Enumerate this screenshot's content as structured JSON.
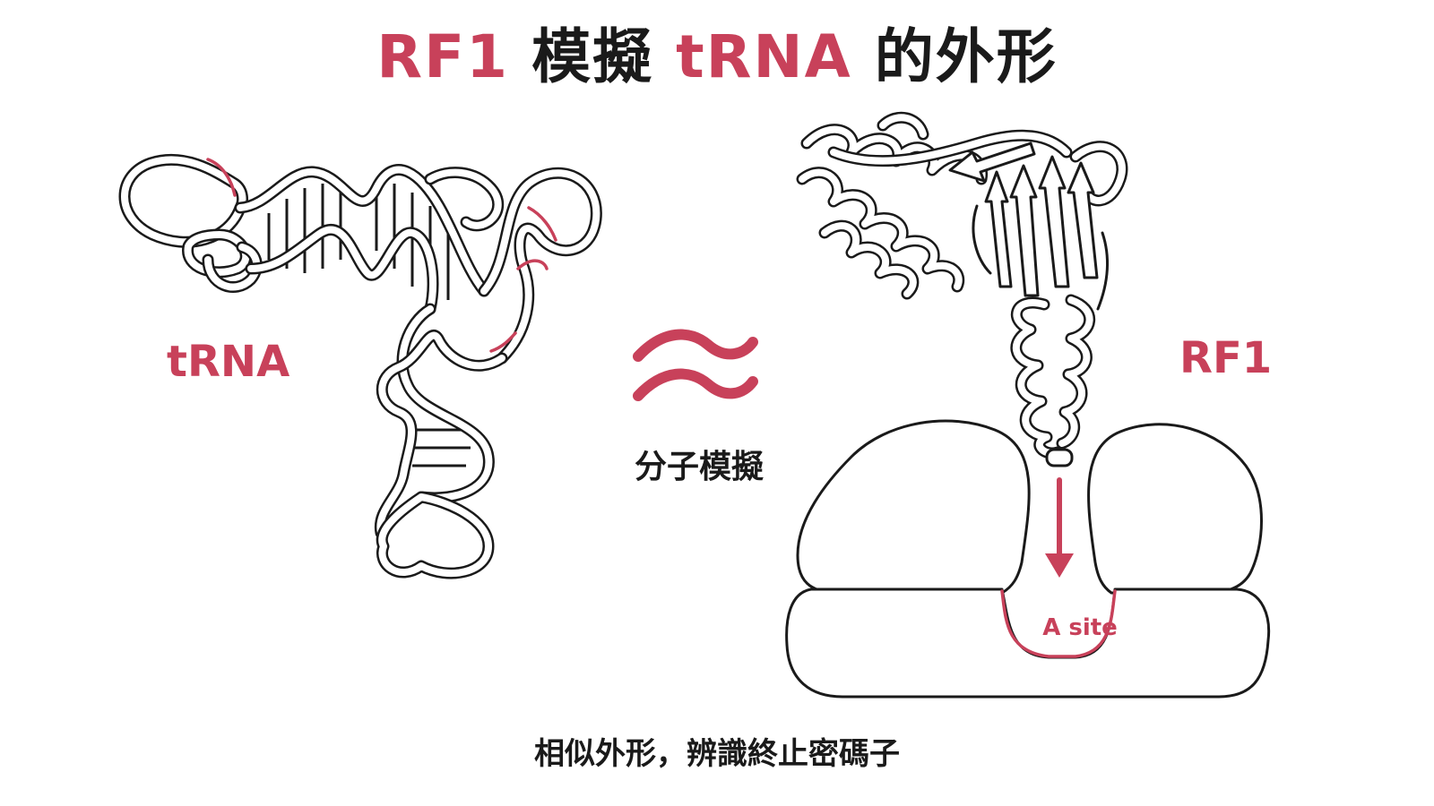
{
  "colors": {
    "accent": "#c8415a",
    "ink": "#1a1a1a",
    "background": "#ffffff"
  },
  "title": {
    "part1": "RF1",
    "part2": "模擬",
    "part3": "tRNA",
    "part4": "的外形"
  },
  "labels": {
    "trna": "tRNA",
    "rf1": "RF1",
    "approx_symbol": "≈",
    "mimicry": "分子模擬",
    "a_site": "A site"
  },
  "caption": "相似外形，辨識終止密碼子"
}
